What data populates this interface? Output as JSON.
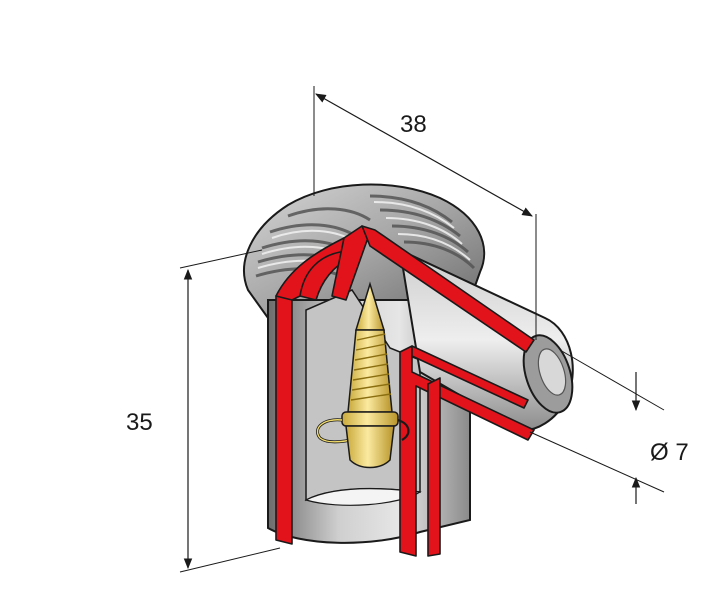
{
  "dimensions": {
    "length": "38",
    "height": "35",
    "diameter": "Ø 7"
  },
  "colors": {
    "background": "#ffffff",
    "body_gray": "#9a9a9a",
    "body_light": "#d9d9d9",
    "body_dark": "#5a5a5a",
    "section_red": "#e3131b",
    "brass": "#f2dc6b",
    "brass_dark": "#b89a2a",
    "outline": "#1a1a1a"
  }
}
